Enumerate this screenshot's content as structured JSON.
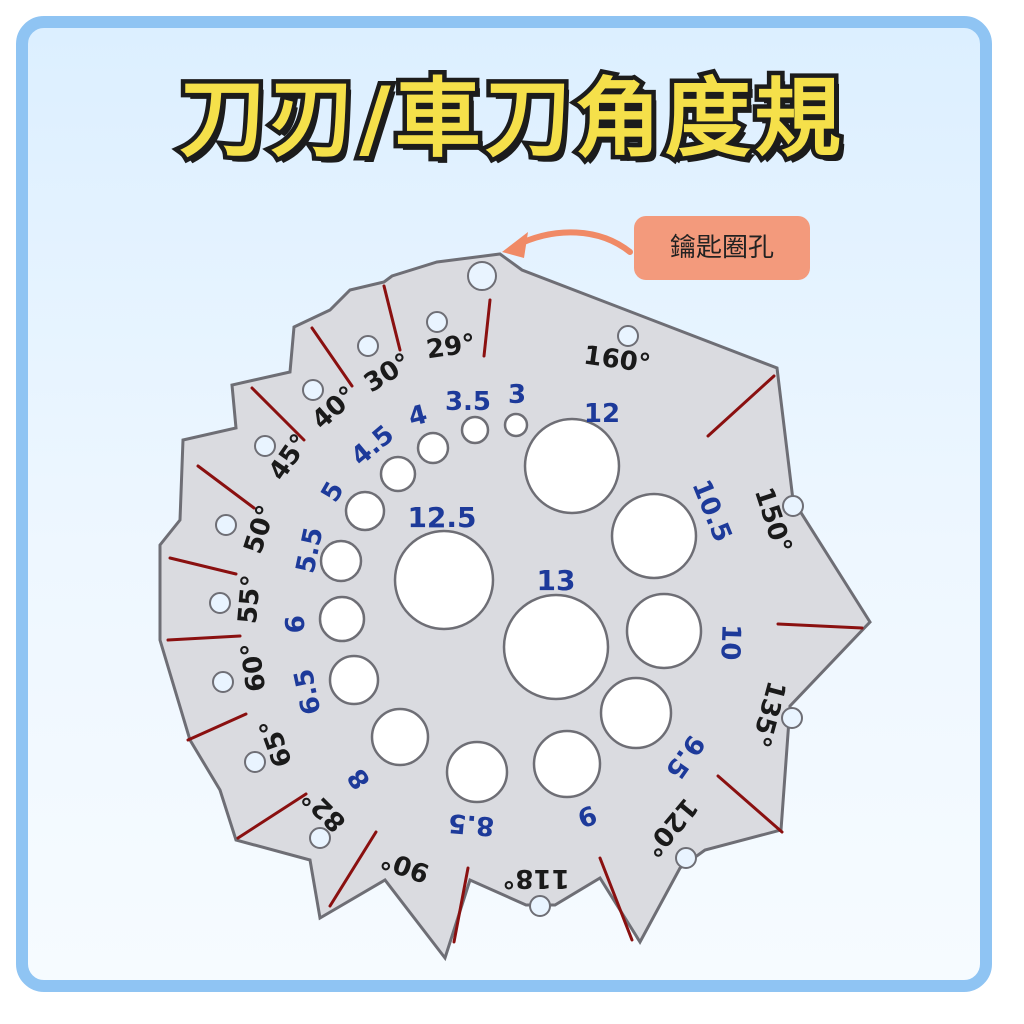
{
  "title": "刀刃/車刀角度規",
  "keyring_label": "鑰匙圈孔",
  "colors": {
    "frame": "#8fc4f3",
    "title_fill": "#f5e04a",
    "badge": "#f39a7c",
    "plate": "#dadbe0",
    "angle_marker": "#8a1010",
    "angle_text": "#1a1a1a",
    "drill_text": "#1d3a9a"
  },
  "angles": {
    "a29": "29°",
    "a30": "30°",
    "a40": "40°",
    "a45": "45°",
    "a50": "50°",
    "a55": "55°",
    "a60": "60°",
    "a65": "65°",
    "a82": "82°",
    "a90": "90°",
    "a118": "118°",
    "a120": "120°",
    "a135": "135°",
    "a150": "150°",
    "a160": "160°"
  },
  "drills": {
    "d3": "3",
    "d3_5": "3.5",
    "d4": "4",
    "d4_5": "4.5",
    "d5": "5",
    "d5_5": "5.5",
    "d6": "6",
    "d6_5": "6.5",
    "d8": "8",
    "d8_5": "8.5",
    "d9": "9",
    "d9_5": "9.5",
    "d10": "10",
    "d10_5": "10.5",
    "d12": "12",
    "d12_5": "12.5",
    "d13": "13"
  }
}
